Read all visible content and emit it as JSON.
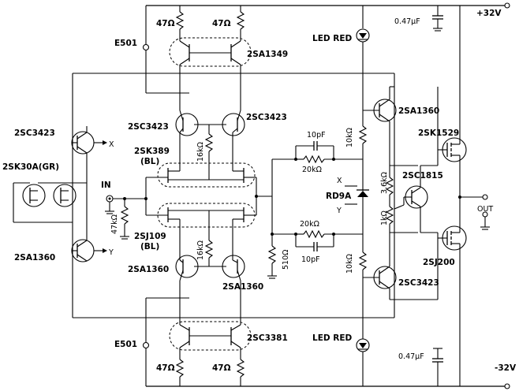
{
  "rails": {
    "pos": "+32V",
    "neg": "-32V"
  },
  "ports": {
    "in": "IN",
    "out": "OUT",
    "x": "X",
    "y": "Y"
  },
  "transistors": {
    "q_2sc3423_left": "2SC3423",
    "q_2sk30a": "2SK30A(GR)",
    "q_2sa1360_left": "2SA1360",
    "q_2sa1349": "2SA1349",
    "q_2sc3381": "2SC3381",
    "q_2sc3423_mid_left": "2SC3423",
    "q_2sc3423_mid_right": "2SC3423",
    "q_2sk389_a": "2SK389",
    "q_2sk389_b": "(BL)",
    "q_2sj109_a": "2SJ109",
    "q_2sj109_b": "(BL)",
    "q_2sa1360_mid_left": "2SA1360",
    "q_2sa1360_mid_right": "2SA1360",
    "q_2sa1360_vas": "2SA1360",
    "q_2sc3423_vas": "2SC3423",
    "q_2sc1815": "2SC1815",
    "q_2sk1529": "2SK1529",
    "q_2sj200": "2SJ200"
  },
  "diodes": {
    "zener": "RD9A",
    "led_top": "LED RED",
    "led_bottom": "LED RED"
  },
  "labels": {
    "e501_top": "E501",
    "e501_bottom": "E501"
  },
  "values": {
    "r47_tl": "47Ω",
    "r47_tr": "47Ω",
    "r47_bl": "47Ω",
    "r47_br": "47Ω",
    "c047_top": "0.47μF",
    "c047_bottom": "0.47μF",
    "r16k_top": "16kΩ",
    "r16k_bottom": "16kΩ",
    "r47k_in": "47kΩ",
    "r10k_top": "10kΩ",
    "r10k_bottom": "10kΩ",
    "c10p_top": "10pF",
    "c10p_bottom": "10pF",
    "r20k_top": "20kΩ",
    "r20k_bottom": "20kΩ",
    "r510": "510Ω",
    "r3_6k": "3.6kΩ",
    "r1k": "1kΩ"
  }
}
